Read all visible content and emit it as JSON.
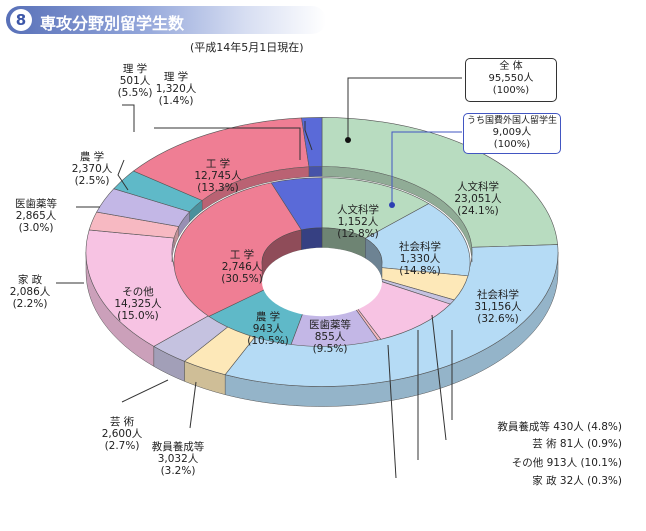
{
  "header": {
    "badge": "8",
    "title": "専攻分野別留学生数",
    "subtitle": "(平成14年5月1日現在)"
  },
  "total_box": {
    "line1": "全 体",
    "line2": "95,550人",
    "line3": "(100%)"
  },
  "gov_box": {
    "line1": "うち国費外国人留学生",
    "line2": "9,009人",
    "line3": "(100%)"
  },
  "colors": {
    "humanities": "#b8dcc0",
    "social": "#b5dbf5",
    "education": "#fde8b8",
    "arts": "#c5c2e0",
    "other": "#f7c3e3",
    "home": "#f7b9c2",
    "medical": "#c3b7e6",
    "agriculture": "#5fb9c8",
    "engineering": "#ef7e94",
    "science": "#5a6ad8"
  },
  "chart_data": [
    {
      "type": "pie",
      "name": "全 体",
      "ring": "outer",
      "unit": "人",
      "categories": [
        "人文科学",
        "社会科学",
        "教員養成等",
        "芸 術",
        "その他",
        "家 政",
        "医歯薬等",
        "農 学",
        "工 学",
        "理 学"
      ],
      "values": [
        23051,
        31156,
        3032,
        2600,
        14325,
        2086,
        2865,
        2370,
        12745,
        1320
      ],
      "percents": [
        "(24.1%)",
        "(32.6%)",
        "(3.2%)",
        "(2.7%)",
        "(15.0%)",
        "(2.2%)",
        "(3.0%)",
        "(2.5%)",
        "(13.3%)",
        "(1.4%)"
      ],
      "value_labels": [
        "23,051人",
        "31,156人",
        "3,032人",
        "2,600人",
        "14,325人",
        "2,086人",
        "2,865人",
        "2,370人",
        "12,745人",
        "1,320人"
      ],
      "color_keys": [
        "humanities",
        "social",
        "education",
        "arts",
        "other",
        "home",
        "medical",
        "agriculture",
        "engineering",
        "science"
      ]
    },
    {
      "type": "pie",
      "name": "うち国費外国人留学生",
      "ring": "inner",
      "unit": "人",
      "categories": [
        "人文科学",
        "社会科学",
        "教員養成等",
        "芸 術",
        "その他",
        "家 政",
        "医歯薬等",
        "農 学",
        "工 学",
        "理 学"
      ],
      "values": [
        1152,
        1330,
        430,
        81,
        913,
        32,
        855,
        943,
        2746,
        501
      ],
      "percents": [
        "(12.8%)",
        "(14.8%)",
        "(4.8%)",
        "(0.9%)",
        "(10.1%)",
        "(0.3%)",
        "(9.5%)",
        "(10.5%)",
        "(30.5%)",
        "(5.5%)"
      ],
      "value_labels": [
        "1,152人",
        "1,330人",
        "430人",
        "81人",
        "913人",
        "32人",
        "855人",
        "943人",
        "2,746人",
        "501人"
      ],
      "color_keys": [
        "humanities",
        "social",
        "education",
        "arts",
        "other",
        "home",
        "medical",
        "agriculture",
        "engineering",
        "science"
      ]
    }
  ]
}
